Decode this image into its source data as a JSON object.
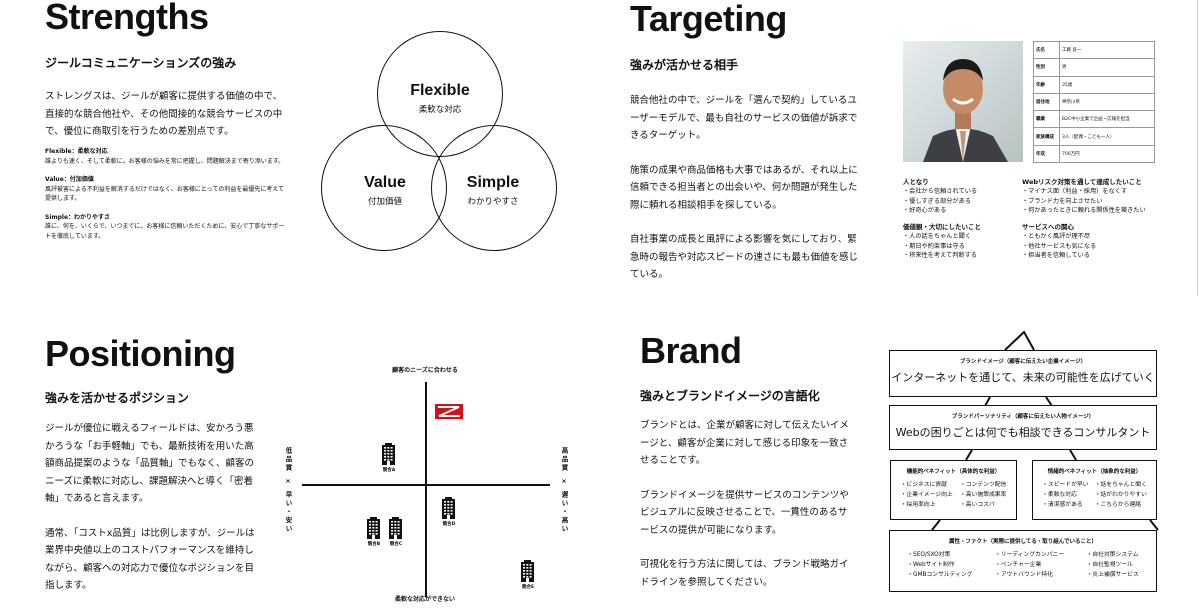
{
  "strengths": {
    "title": "Strengths",
    "subtitle": "ジールコミュニケーションズの強み",
    "paragraph": "ストレングスは、ジールが顧客に提供する価値の中で、直接的な競合他社や、その他間接的な競合サービスの中で、優位に商取引を行うための差別点です。",
    "items": [
      {
        "head": "Flexible：柔軟な対応",
        "body": "誰よりも速く、そして柔軟に。お客様の悩みを常に把握し、問題解決まで寄り添います。"
      },
      {
        "head": "Value：付加価値",
        "body": "風評被害による不利益を解消するだけではなく、お客様にとっての利益を最優先に考えて提供します。"
      },
      {
        "head": "Simple：わかりやすさ",
        "body": "誰に、何を、いくらで、いつまでに。お客様に信頼いただくために、安心で丁寧なサポートを徹底しています。"
      }
    ],
    "venn": [
      {
        "en": "Flexible",
        "jp": "柔軟な対応"
      },
      {
        "en": "Value",
        "jp": "付加価値"
      },
      {
        "en": "Simple",
        "jp": "わかりやすさ"
      }
    ]
  },
  "targeting": {
    "title": "Targeting",
    "subtitle": "強みが活かせる相手",
    "paragraphs": [
      "競合他社の中で、ジールを「選んで契約」しているユーザーモデルで、最も自社のサービスの価値が訴求できるターゲット。",
      "施策の成果や商品価格も大事ではあるが、それ以上に信頼できる担当者との出会いや、何か問題が発生した際に頼れる相談相手を探している。",
      "自社事業の成長と風評による影響を気にしており、緊急時の報告や対応スピードの速さにも最も価値を感じている。"
    ],
    "profile": [
      [
        "氏名",
        "工藤 良一"
      ],
      [
        "性別",
        "男"
      ],
      [
        "年齢",
        "35歳"
      ],
      [
        "居住地",
        "神奈川県"
      ],
      [
        "職業",
        "B2C中小企業で企画・広報を担当"
      ],
      [
        "家族構成",
        "3人（配偶・こども一人）"
      ],
      [
        "年収",
        "700万円"
      ]
    ],
    "lists": [
      {
        "head": "人となり",
        "items": [
          "・会社から信頼されている",
          "・優しすぎる部分がある",
          "・好奇心がある"
        ]
      },
      {
        "head": "Webリスク対策を通して達成したいこと",
        "items": [
          "・マイナス面（利益・採用）をなくす",
          "・ブランド力を向上させたい",
          "・何かあったときに頼れる関係性を築きたい"
        ]
      },
      {
        "head": "価値観・大切にしたいこと",
        "items": [
          "・人の話をちゃんと聞く",
          "・期日や約束事は守る",
          "・将来性を考えて判断する"
        ]
      },
      {
        "head": "サービスへの関心",
        "items": [
          "・ともかく風評が理不尽",
          "・他社サービスも気になる",
          "・担当者を信頼している"
        ]
      }
    ]
  },
  "positioning": {
    "title": "Positioning",
    "subtitle": "強みを活かせるポジション",
    "paragraphs": [
      "ジールが優位に戦えるフィールドは、安かろう悪かろうな「お手軽軸」でも、最新技術を用いた高額商品提案のような「品質軸」でもなく、顧客のニーズに柔軟に対応し、課題解決へと導く「密着軸」であると言えます。",
      "通常、「コストx品質」は比例しますが、ジールは業界中央値以上のコストパフォーマンスを維持しながら、顧客への対応力で優位なポジションを目指します。"
    ],
    "map": {
      "top": "顧客のニーズに合わせる",
      "bottom": "柔軟な対応ができない",
      "left": "低品質 × 早い・安い",
      "right": "高品質 × 遅い・高い",
      "competitors": [
        "競合A",
        "競合B",
        "競合C",
        "競合D",
        "競合E"
      ],
      "brand_color": "#d0121b"
    }
  },
  "brand": {
    "title": "Brand",
    "subtitle": "強みとブランドイメージの言語化",
    "paragraphs": [
      "ブランドとは、企業が顧客に対して伝えたいイメージと、顧客が企業に対して感じる印象を一致させることです。",
      "ブランドイメージを提供サービスのコンテンツやビジュアルに反映させることで、一貫性のあるサービスの提供が可能になります。",
      "可視化を行う方法に関しては、ブランド戦略ガイドラインを参照してください。"
    ],
    "pyramid": {
      "image_title": "ブランドイメージ（顧客に伝えたい企業イメージ）",
      "image_text": "インターネットを通じて、未来の可能性を広げていく",
      "personality_title": "ブランドパーソナリティ（顧客に伝えたい人物イメージ）",
      "personality_text": "Webの困りごとは何でも相談できるコンサルタント",
      "functional_title": "機能的ベネフィット（具体的な利益）",
      "functional": [
        [
          "・ビジネスに貢献",
          "・企業イメージ向上",
          "・採用率向上"
        ],
        [
          "・コンテンツ配信",
          "・高い施策成果率",
          "・高いコスパ"
        ]
      ],
      "emotional_title": "情緒的ベネフィット（抽象的な利益）",
      "emotional": [
        [
          "・スピードが早い",
          "・柔軟な対応",
          "・清潔感がある"
        ],
        [
          "・話をちゃんと聞く",
          "・話がわかりやすい",
          "・こちらから連絡"
        ]
      ],
      "facts_title": "属性・ファクト（実際に提供してる・取り組んでいること）",
      "facts": [
        [
          "・SEO/SXO対策",
          "・Webサイト制作",
          "・GMBコンサルティング"
        ],
        [
          "・リーディングカンパニー",
          "・ベンチャー企業",
          "・アウトバウンド特化"
        ],
        [
          "・自社対策システム",
          "・自社監視ツール",
          "・炎上補償サービス"
        ]
      ]
    }
  }
}
